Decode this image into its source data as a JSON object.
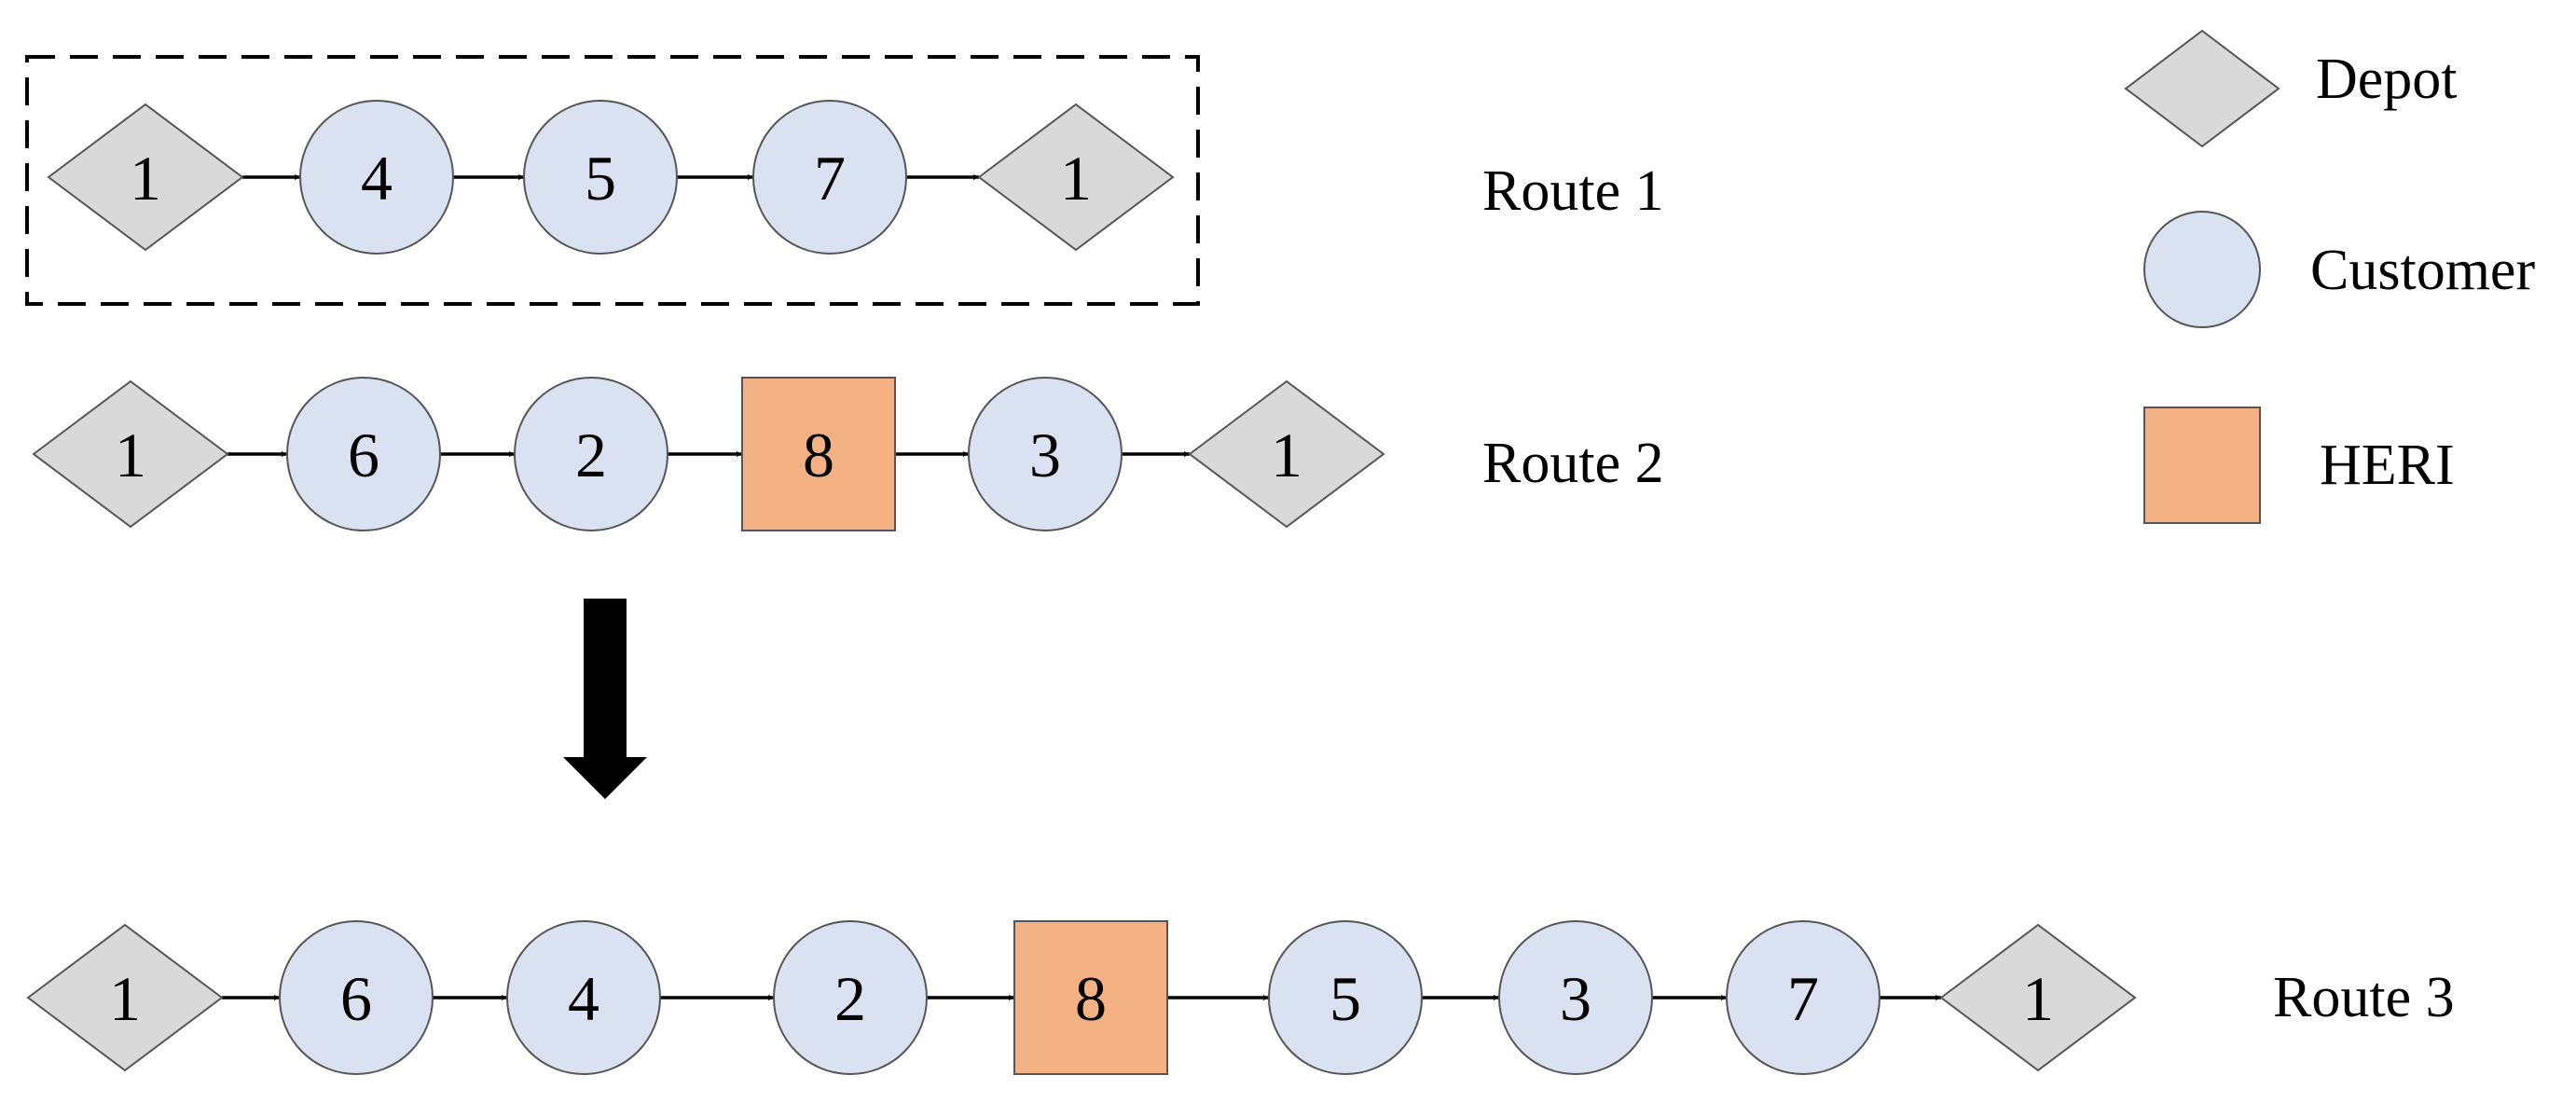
{
  "colors": {
    "depot": "#d9d9d9",
    "customer": "#dae1f1",
    "heri": "#f4b183",
    "stroke": "#555555",
    "edge": "#000000"
  },
  "legend": {
    "depot": "Depot",
    "customer": "Customer",
    "heri": "HERI"
  },
  "routes": [
    {
      "name": "Route 1",
      "boxed": true,
      "nodes": [
        {
          "type": "depot",
          "label": "1"
        },
        {
          "type": "customer",
          "label": "4"
        },
        {
          "type": "customer",
          "label": "5"
        },
        {
          "type": "customer",
          "label": "7"
        },
        {
          "type": "depot",
          "label": "1"
        }
      ]
    },
    {
      "name": "Route 2",
      "boxed": false,
      "nodes": [
        {
          "type": "depot",
          "label": "1"
        },
        {
          "type": "customer",
          "label": "6"
        },
        {
          "type": "customer",
          "label": "2"
        },
        {
          "type": "heri",
          "label": "8"
        },
        {
          "type": "customer",
          "label": "3"
        },
        {
          "type": "depot",
          "label": "1"
        }
      ]
    },
    {
      "name": "Route 3",
      "boxed": false,
      "nodes": [
        {
          "type": "depot",
          "label": "1"
        },
        {
          "type": "customer",
          "label": "6"
        },
        {
          "type": "customer",
          "label": "4"
        },
        {
          "type": "customer",
          "label": "2"
        },
        {
          "type": "heri",
          "label": "8"
        },
        {
          "type": "customer",
          "label": "5"
        },
        {
          "type": "customer",
          "label": "3"
        },
        {
          "type": "customer",
          "label": "7"
        },
        {
          "type": "depot",
          "label": "1"
        }
      ]
    }
  ]
}
